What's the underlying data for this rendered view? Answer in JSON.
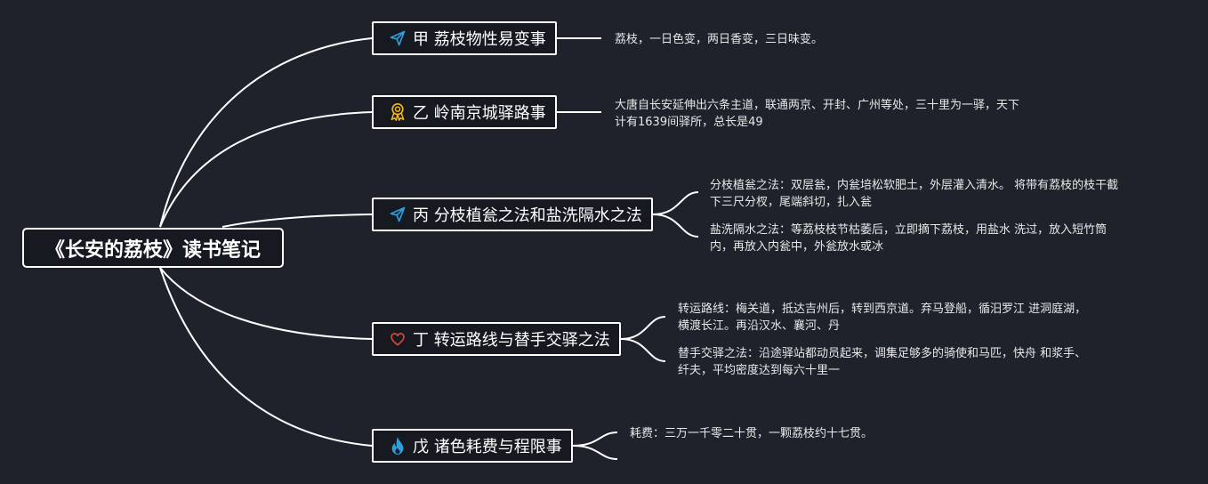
{
  "root": {
    "title": "《长安的荔枝》读书笔记"
  },
  "branches": [
    {
      "id": "jia",
      "icon": "paper-plane-icon",
      "icon_color": "#2f9fe0",
      "label": "甲 荔枝物性易变事",
      "notes": [
        {
          "lines": [
            "荔枝，一日色变，两日香变，三日味变。"
          ]
        }
      ]
    },
    {
      "id": "yi",
      "icon": "award-ribbon-icon",
      "icon_color": "#f2b61c",
      "label": "乙 岭南京城驿路事",
      "notes": [
        {
          "lines": [
            "大唐自长安延伸出六条主道，联通两京、开封、广州等处，三十里为一驿，天下",
            "计有1639间驿所，总长是49"
          ]
        }
      ]
    },
    {
      "id": "bing",
      "icon": "paper-plane-icon",
      "icon_color": "#2f9fe0",
      "label": "丙 分枝植瓮之法和盐洗隔水之法",
      "notes": [
        {
          "lines": [
            "分枝植瓮之法：双层瓮，内瓮培松软肥土，外层灌入清水。 将带有荔枝的枝干截",
            "下三尺分杈，尾端斜切，扎入瓮"
          ]
        },
        {
          "lines": [
            "盐洗隔水之法：等荔枝枝节枯萎后，立即摘下荔枝，用盐水 洗过，放入短竹筒",
            "内，再放入内瓮中，外瓮放水或冰"
          ]
        }
      ]
    },
    {
      "id": "ding",
      "icon": "heart-icon",
      "icon_color": "#e0443a",
      "label": "丁 转运路线与替手交驿之法",
      "notes": [
        {
          "lines": [
            "转运路线：梅关道，抵达吉州后，转到西京道。弃马登船，循汨罗江 进洞庭湖，",
            "横渡长江。再沿汉水、襄河、丹"
          ]
        },
        {
          "lines": [
            "替手交驿之法：沿途驿站都动员起来，调集足够多的骑使和马匹，快舟 和浆手、",
            "纤夫，平均密度达到每六十里一"
          ]
        }
      ]
    },
    {
      "id": "wu",
      "icon": "flame-icon",
      "icon_color": "#2f9fe0",
      "label": "戊 诸色耗费与程限事",
      "notes": [
        {
          "lines": [
            "耗费：三万一千零二十贯，一颗荔枝约十七贯。"
          ]
        }
      ]
    }
  ]
}
